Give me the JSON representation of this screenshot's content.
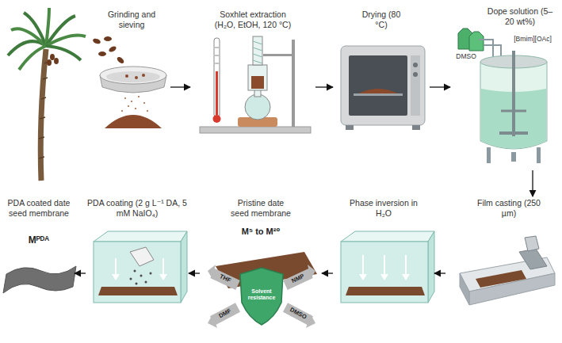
{
  "diagram": {
    "nodes": [
      {
        "text": [
          "Grinding and sieving"
        ]
      },
      {
        "text": [
          "Soxhlet extraction (H₂O, EtOH, 120 °C)"
        ]
      },
      {
        "text": [
          "Drying (80 °C)"
        ]
      },
      {
        "text": [
          "Dope solution (5–20 wt%)"
        ]
      },
      {
        "text": [
          "Film casting (250 µm)"
        ]
      },
      {
        "text": [
          "Phase inversion in H₂O"
        ]
      },
      {
        "text": [
          "Pristine date seed membrane",
          "M⁵ to M²⁰"
        ]
      },
      {
        "text": [
          "PDA coating (2 g L⁻¹ DA, 5 mM NaIO₄)"
        ]
      },
      {
        "text": [
          "PDA coated date seed membrane",
          "Mᴾᴰᴬ"
        ]
      }
    ],
    "edges": [
      {
        "from": 0,
        "to": 1,
        "arrow": "to"
      },
      {
        "from": 1,
        "to": 2,
        "arrow": "to"
      },
      {
        "from": 2,
        "to": 3,
        "arrow": "to"
      },
      {
        "from": 3,
        "to": 4,
        "arrow": "to"
      },
      {
        "from": 4,
        "to": 5,
        "arrow": "to"
      },
      {
        "from": 5,
        "to": 6,
        "arrow": "to"
      },
      {
        "from": 6,
        "to": 7,
        "arrow": "to"
      },
      {
        "from": 7,
        "to": 8,
        "arrow": "to"
      }
    ],
    "labels": [
      "DMSO",
      "[Bmim][OAc]",
      "Solvent resistance",
      "THF",
      "NMP",
      "DMF",
      "DMSO"
    ]
  }
}
